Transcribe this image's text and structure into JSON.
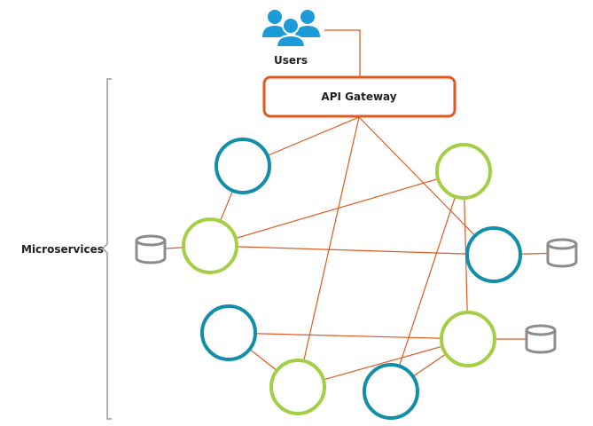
{
  "labels": {
    "users": "Users",
    "gateway": "API Gateway",
    "microservices": "Microservices"
  },
  "colors": {
    "connector": "#e05a1f",
    "gateway_border": "#e05a1f",
    "teal_service": "#138ea8",
    "green_service": "#a4cf45",
    "users_icon": "#1b9bd7",
    "database": "#8c8c8c",
    "bracket": "#9a9a9a",
    "text": "#222222"
  },
  "icons": {
    "users": "users-group-icon",
    "database": "database-icon"
  },
  "services": [
    {
      "id": "s1",
      "color": "teal"
    },
    {
      "id": "s2",
      "color": "green"
    },
    {
      "id": "s3",
      "color": "green",
      "database": true
    },
    {
      "id": "s4",
      "color": "teal",
      "database": true
    },
    {
      "id": "s5",
      "color": "teal"
    },
    {
      "id": "s6",
      "color": "green",
      "database": true
    },
    {
      "id": "s7",
      "color": "green"
    },
    {
      "id": "s8",
      "color": "teal"
    }
  ],
  "connections": [
    [
      "gateway",
      "s1"
    ],
    [
      "gateway",
      "s7"
    ],
    [
      "gateway",
      "s4"
    ],
    [
      "s1",
      "s3"
    ],
    [
      "s3",
      "s2"
    ],
    [
      "s3",
      "s4"
    ],
    [
      "s2",
      "s6"
    ],
    [
      "s2",
      "s8"
    ],
    [
      "s5",
      "s6"
    ],
    [
      "s5",
      "s7"
    ],
    [
      "s7",
      "s6"
    ],
    [
      "s8",
      "s6"
    ]
  ]
}
